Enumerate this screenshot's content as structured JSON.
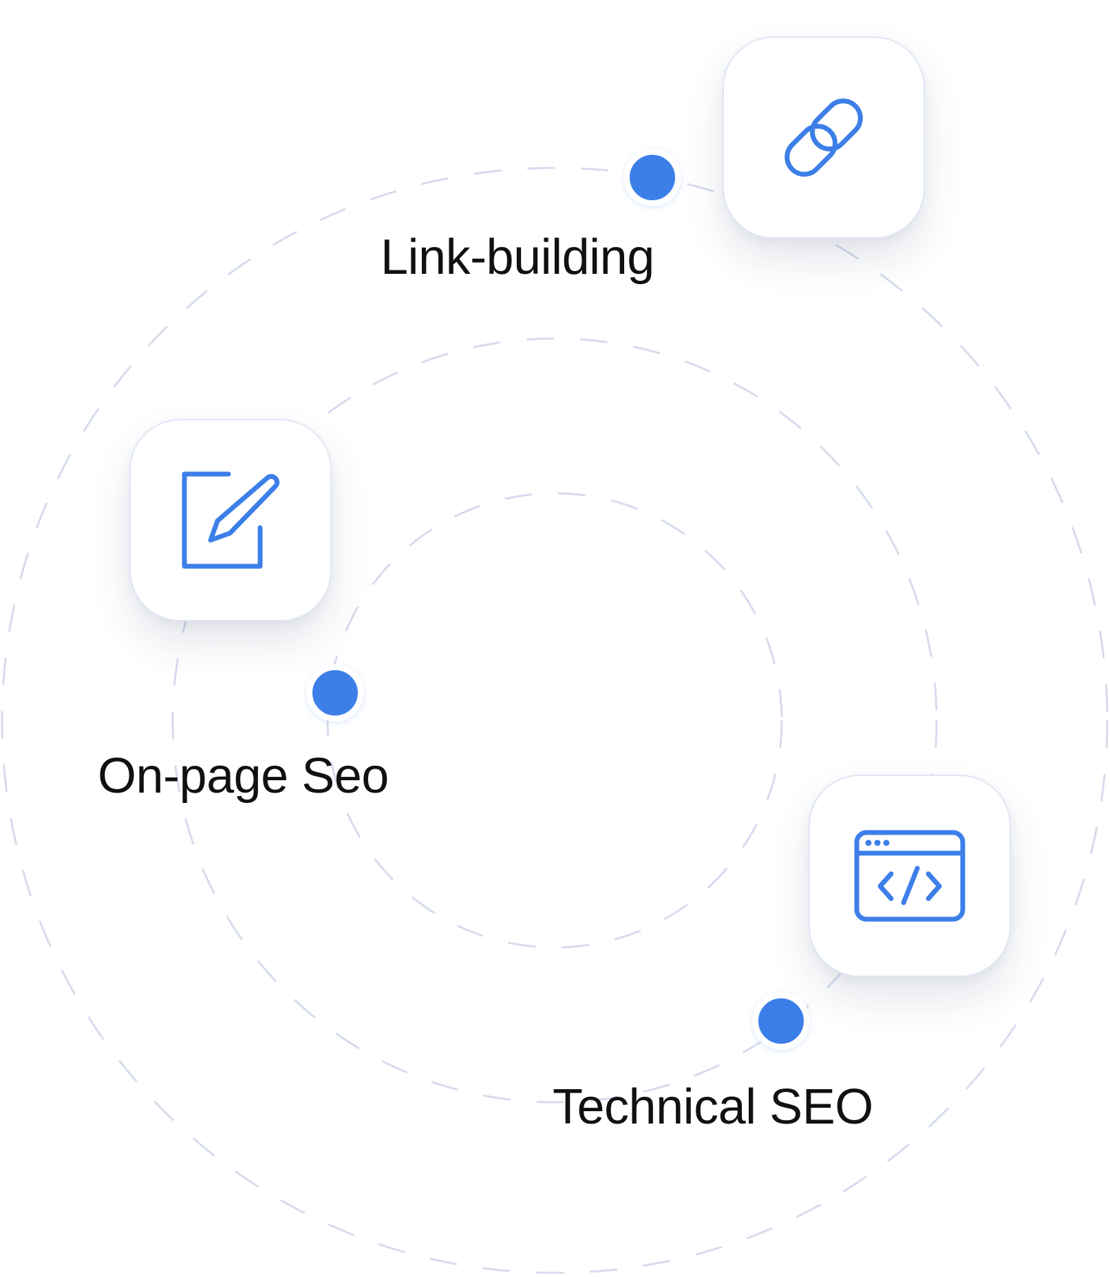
{
  "features": [
    {
      "label": "Link-building",
      "icon": "link-icon"
    },
    {
      "label": "On-page Seo",
      "icon": "edit-icon"
    },
    {
      "label": "Technical SEO",
      "icon": "code-window-icon"
    }
  ],
  "colors": {
    "accent": "#3d7fe8",
    "ring": "#d6dced",
    "text": "#111111",
    "card_border": "#dfe6f5"
  }
}
